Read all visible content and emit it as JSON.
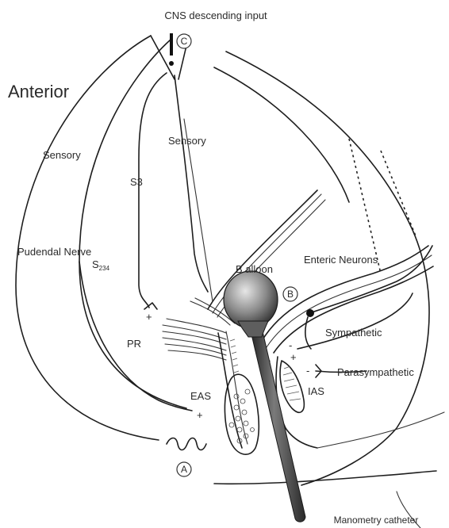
{
  "labels": {
    "cns": "CNS descending input",
    "anterior": "Anterior",
    "sensory_left": "Sensory",
    "sensory_mid": "Sensory",
    "s3": "S3",
    "pudendal": "Pudendal Nerve",
    "s234_main": "S",
    "s234_sub": "234",
    "balloon": "B alloon",
    "enteric": "Enteric Neurons",
    "sympathetic": "Sympathetic",
    "parasympathetic": "Parasympathetic",
    "pr": "PR",
    "eas": "EAS",
    "ias": "IAS",
    "catheter": "Manometry catheter"
  },
  "markers": {
    "a": "A",
    "b": "B",
    "c": "C"
  },
  "signs": {
    "plus": "+",
    "minus": "-"
  },
  "colors": {
    "stroke": "#1e1e1e",
    "balloon_dark": "#3a3a3a",
    "balloon_light": "#cfcfcf"
  }
}
